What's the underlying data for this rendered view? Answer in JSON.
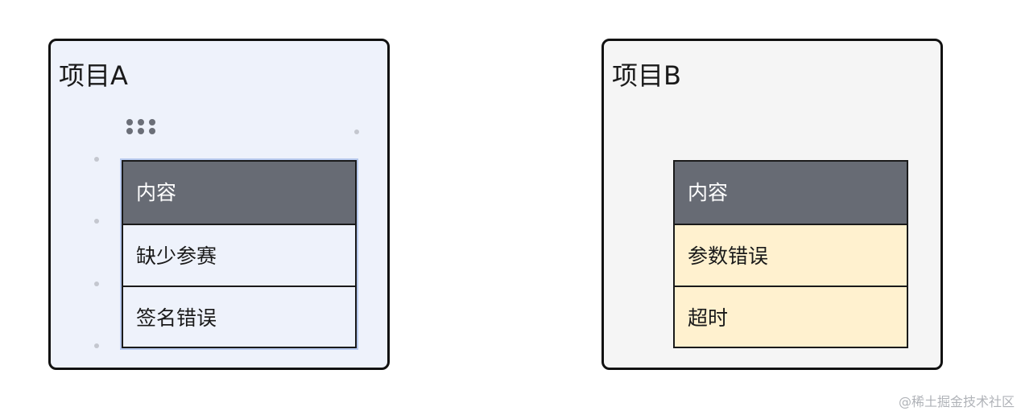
{
  "projects": [
    {
      "title": "项目A",
      "table": {
        "header": "内容",
        "rows": [
          "缺少参赛",
          "签名错误"
        ]
      },
      "background": "#eef2fb"
    },
    {
      "title": "项目B",
      "table": {
        "header": "内容",
        "rows": [
          "参数错误",
          "超时"
        ]
      },
      "background": "#fff1cf"
    }
  ],
  "colors": {
    "header_fill": "#676b74",
    "project_a_fill": "#eef2fb",
    "project_b_fill": "#f5f5f5",
    "selection_outline": "#b7c9ee"
  },
  "watermark": "@稀土掘金技术社区"
}
